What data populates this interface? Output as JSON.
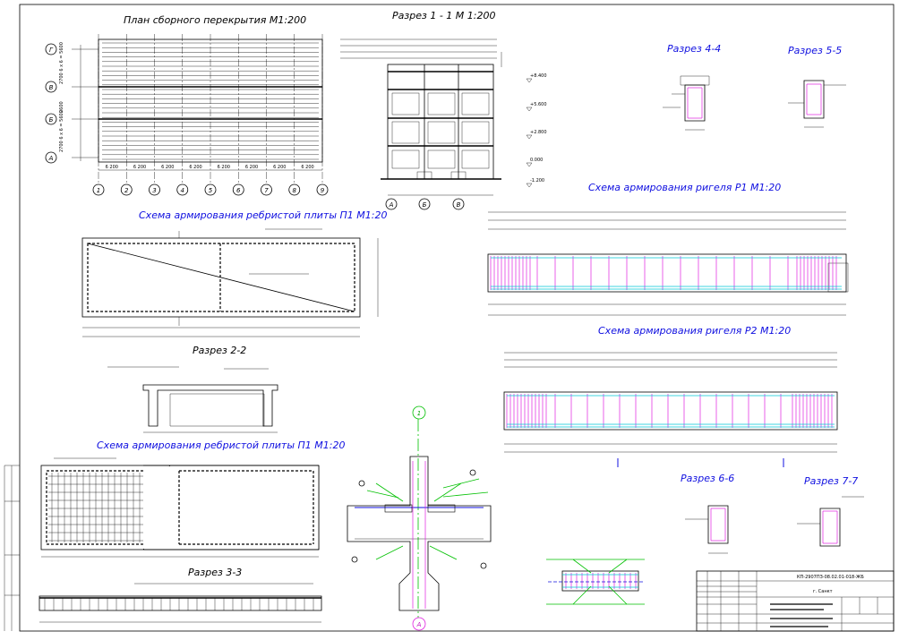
{
  "titles": {
    "plan": "План сборного перекрытия М1:200",
    "section_1_1": "Разрез 1 - 1  М 1:200",
    "section_4_4": "Разрез 4-4",
    "section_5_5": "Разрез 5-5",
    "scheme_p1_top": "Схема армирования ребристой плиты П1  М1:20",
    "scheme_r1": "Схема армирования ригеля Р1   М1:20",
    "scheme_r2": "Схема армирования ригеля Р2   М1:20",
    "section_2_2": "Разрез 2-2",
    "scheme_p1_bottom": "Схема армирования ребристой плиты П1 М1:20",
    "section_3_3": "Разрез 3-3",
    "section_6_6": "Разрез 6-6",
    "section_7_7": "Разрез 7-7"
  },
  "plan": {
    "axes_letters": [
      "Г",
      "В",
      "Б",
      "А"
    ],
    "axes_numbers": [
      "1",
      "2",
      "3",
      "4",
      "5",
      "6",
      "7",
      "8",
      "9"
    ],
    "bottom_dims": [
      "6 200",
      "6 200",
      "6 200",
      "6 200",
      "6 200",
      "6 200",
      "6 200",
      "6 200"
    ],
    "left_dims": [
      "5600",
      "2600",
      "5600"
    ]
  },
  "section_1_1": {
    "axes": [
      "А",
      "Б",
      "В"
    ],
    "levels": [
      "+8.400",
      "+5.600",
      "+2.800",
      "0.000",
      "-1.200"
    ]
  },
  "detail_axis": "1",
  "detail_axis_bottom": "А",
  "title_block": {
    "code": "КП-2907ПЗ-08.02.01-018-ЖБ",
    "city": "г. Санкт"
  },
  "colors": {
    "annotation_titles": "#1010e0",
    "stirrups": "#e020e0",
    "longitudinal_bars": "#00c8d8",
    "anchorage": "#00c000"
  }
}
